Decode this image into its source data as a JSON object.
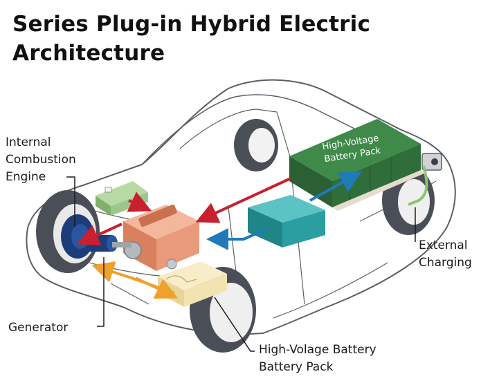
{
  "title": {
    "line1": "Series Plug-in Hybrid Electric",
    "line2": "Architecture"
  },
  "labels": {
    "engine": [
      "Internal",
      "Combustion",
      "Engine"
    ],
    "generator": "Generator",
    "battery_on_pack": [
      "High-Voltage",
      "Battery Pack"
    ],
    "external_charging": [
      "External",
      "Charging"
    ],
    "bottom_battery": [
      "High-Volage Battery",
      "Battery Pack"
    ]
  },
  "colors": {
    "battery_green": "#2f6e3a",
    "inverter_teal": "#2a9ea1",
    "engine_orange": "#e99a7a",
    "motor_blue": "#1c3d7a",
    "controller_green": "#9dc78a",
    "generator_yellow": "#f2e3b0",
    "arrow_red": "#c8202e",
    "arrow_blue": "#1f7ab8",
    "arrow_orange": "#f0a12c",
    "charge_green": "#8cc56b",
    "outline": "#5a5f66",
    "tire": "#4a4f57"
  }
}
